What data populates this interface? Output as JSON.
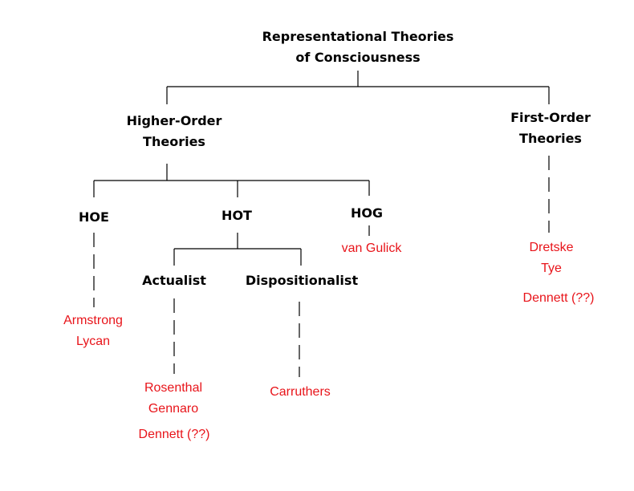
{
  "colors": {
    "line": "#000000",
    "heading": "#000000",
    "names": "#e8141a"
  },
  "nodes": {
    "root": [
      "Representational Theories",
      "of Consciousness"
    ],
    "higher_order": [
      "Higher-Order",
      "Theories"
    ],
    "first_order": [
      "First-Order",
      "Theories"
    ],
    "hoe": "HOE",
    "hot": "HOT",
    "hog": "HOG",
    "actualist": "Actualist",
    "dispositionalist": "Dispositionalist"
  },
  "people": {
    "hoe": [
      "Armstrong",
      "Lycan"
    ],
    "hog": [
      "van Gulick"
    ],
    "actualist": [
      "Rosenthal",
      "Gennaro"
    ],
    "actualist_extra": "Dennett (??)",
    "dispositionalist": [
      "Carruthers"
    ],
    "first_order": [
      "Dretske",
      "Tye"
    ],
    "first_order_extra": "Dennett (??)"
  }
}
